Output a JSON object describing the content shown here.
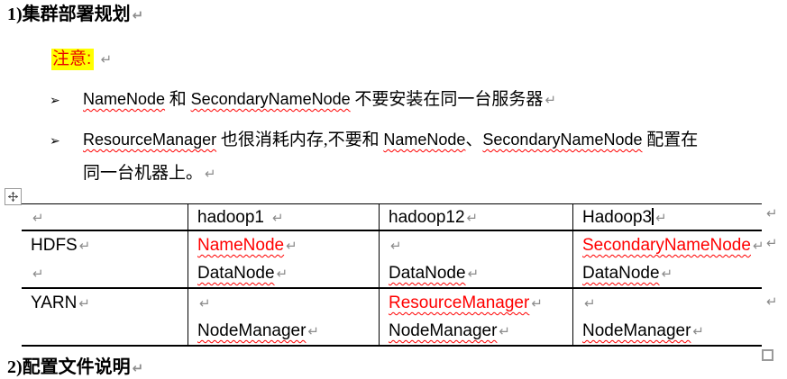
{
  "marks": {
    "pilcrow": "↵",
    "bullet": "➢"
  },
  "colors": {
    "red_text": "#ff0000",
    "notice_text": "#e80000",
    "highlight": "#ffff00",
    "squiggle": "#ff0000",
    "pilcrow_gray": "#8c8c8c",
    "table_border": "#000000"
  },
  "heading1": "1)集群部署规划",
  "notice": "注意:",
  "bullets": {
    "b1": {
      "seg1": "NameNode",
      "seg2": " 和 ",
      "seg3": "SecondaryNameNode",
      "seg4": " 不要安装在同一台服务器"
    },
    "b2": {
      "seg1": "ResourceManager",
      "seg2": " 也很消耗内存,不要和 ",
      "seg3": "NameNode",
      "seg4": "、",
      "seg5": "SecondaryNameNode",
      "seg6": " 配置在",
      "line2": "同一台机器上。"
    }
  },
  "table": {
    "header": {
      "c2": "hadoop1",
      "c3": "hadoop12",
      "c4": "Hadoop3"
    },
    "hdfs": {
      "label": "HDFS",
      "c2l1": "NameNode",
      "c2l2": "DataNode",
      "c3l2": "DataNode",
      "c4l1": "SecondaryNameNode",
      "c4l2": "DataNode"
    },
    "yarn": {
      "label": "YARN",
      "c2l2": "NodeManager",
      "c3l1": "ResourceManager",
      "c3l2": "NodeManager",
      "c4l2": "NodeManager"
    }
  },
  "heading2": "2)配置文件说明"
}
